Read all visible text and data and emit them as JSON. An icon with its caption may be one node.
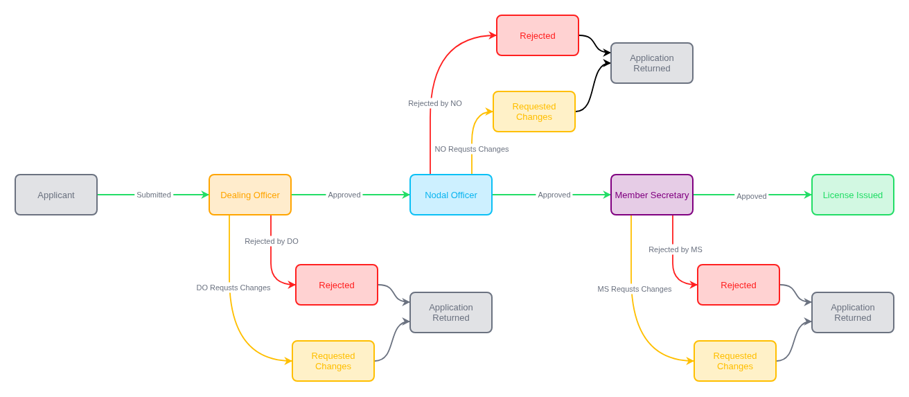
{
  "diagram": {
    "nodes": [
      {
        "text": [
          "Rejected"
        ]
      },
      {
        "text": [
          "Application Returned"
        ]
      },
      {
        "text": [
          "Requested Changes"
        ]
      },
      {
        "text": [
          "Applicant"
        ]
      },
      {
        "text": [
          "Dealing Officer"
        ]
      },
      {
        "text": [
          "Nodal Officer"
        ]
      },
      {
        "text": [
          "Member Secretary"
        ]
      },
      {
        "text": [
          "License Issued"
        ]
      },
      {
        "text": [
          "Rejected"
        ]
      },
      {
        "text": [
          "Application Returned"
        ]
      },
      {
        "text": [
          "Requested Changes"
        ]
      },
      {
        "text": [
          "Rejected"
        ]
      },
      {
        "text": [
          "Application Returned"
        ]
      },
      {
        "text": [
          "Requested Changes"
        ]
      }
    ],
    "edges": [
      {
        "from": 3,
        "to": 4,
        "arrow": "to",
        "label": "Submitted",
        "color": "#22dd66"
      },
      {
        "from": 4,
        "to": 5,
        "arrow": "to",
        "label": "Approved",
        "color": "#22dd66"
      },
      {
        "from": 5,
        "to": 6,
        "arrow": "to",
        "label": "Approved",
        "color": "#22dd66"
      },
      {
        "from": 6,
        "to": 7,
        "arrow": "to",
        "label": "Appoved",
        "color": "#22dd66"
      },
      {
        "from": 5,
        "to": 0,
        "arrow": "to",
        "label": "Rejected by NO",
        "color": "#ff2020"
      },
      {
        "from": 5,
        "to": 2,
        "arrow": "to",
        "label": "NO Requsts Changes",
        "color": "#ffbf00"
      },
      {
        "from": 0,
        "to": 1,
        "arrow": "to",
        "color": "#000000"
      },
      {
        "from": 2,
        "to": 1,
        "arrow": "to",
        "color": "#000000"
      },
      {
        "from": 4,
        "to": 8,
        "arrow": "to",
        "label": "Rejected by DO",
        "color": "#ff2020"
      },
      {
        "from": 4,
        "to": 10,
        "arrow": "to",
        "label": "DO Requsts Changes",
        "color": "#ffbf00"
      },
      {
        "from": 8,
        "to": 9,
        "arrow": "to",
        "color": "#6b7280"
      },
      {
        "from": 10,
        "to": 9,
        "arrow": "to",
        "color": "#6b7280"
      },
      {
        "from": 6,
        "to": 11,
        "arrow": "to",
        "label": "Rejected by MS",
        "color": "#ff2020"
      },
      {
        "from": 6,
        "to": 13,
        "arrow": "to",
        "label": "MS Requsts Changes",
        "color": "#ffbf00"
      },
      {
        "from": 11,
        "to": 12,
        "arrow": "to",
        "color": "#6b7280"
      },
      {
        "from": 13,
        "to": 12,
        "arrow": "to",
        "color": "#6b7280"
      }
    ]
  }
}
